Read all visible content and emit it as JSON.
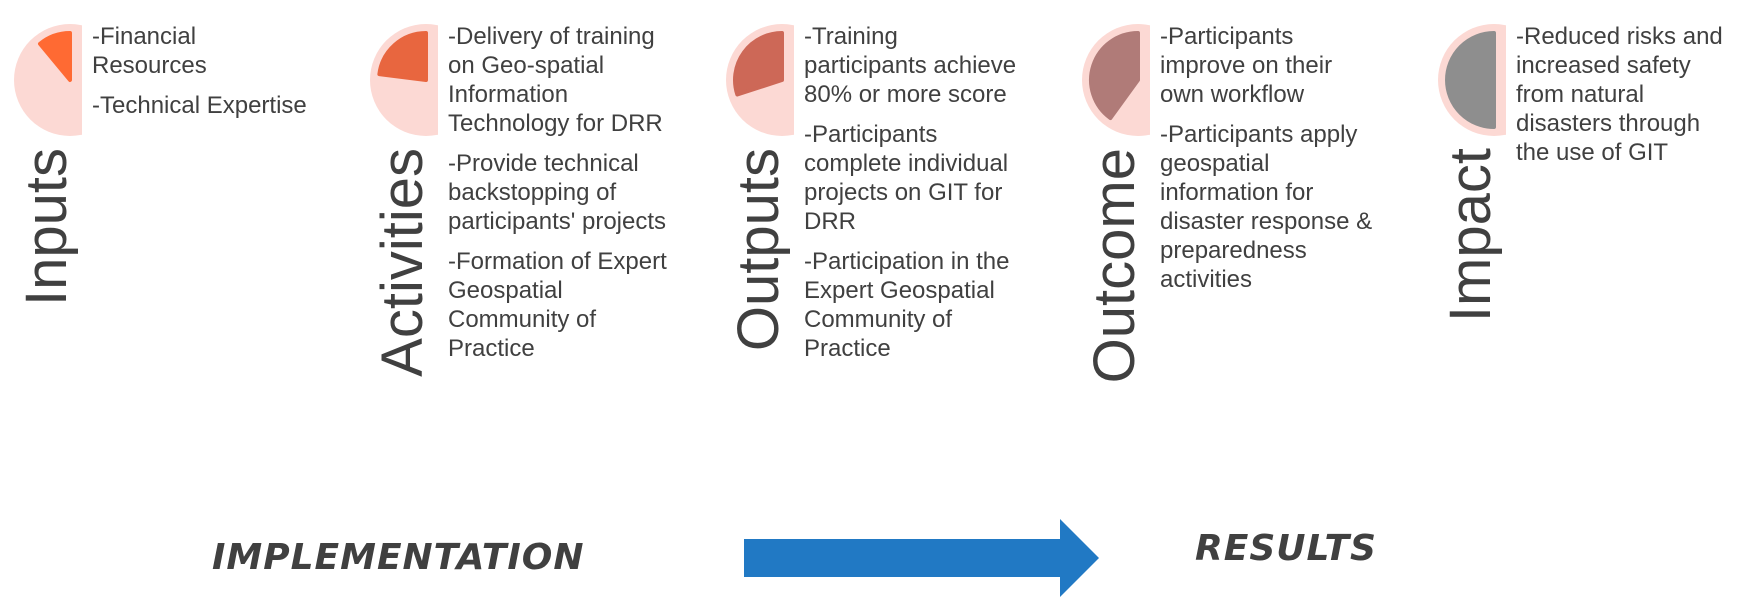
{
  "stages": [
    {
      "label": "Inputs",
      "fraction": 0.11,
      "color": "#ff6a33",
      "items": [
        "-Financial Resources",
        "-Technical Expertise"
      ]
    },
    {
      "label": "Activities",
      "fraction": 0.23,
      "color": "#e8663f",
      "items": [
        "-Delivery of training on Geo-spatial Information Technology for DRR",
        "-Provide technical backstopping of participants' projects",
        "-Formation of Expert Geospatial Community of Practice"
      ]
    },
    {
      "label": "Outputs",
      "fraction": 0.3,
      "color": "#cd6857",
      "items": [
        "-Training participants achieve 80% or more score",
        "-Participants complete individual projects on GIT for DRR",
        "-Participation in the Expert Geospatial Community of Practice"
      ]
    },
    {
      "label": "Outcome",
      "fraction": 0.4,
      "color": "#b07b78",
      "items": [
        "-Participants improve on their own workflow",
        "-Participants apply geospatial information for disaster response & preparedness activities"
      ]
    },
    {
      "label": "Impact",
      "fraction": 0.5,
      "color": "#8e8e8e",
      "items": [
        "-Reduced risks and increased safety from natural disasters through the use of GIT"
      ]
    }
  ],
  "pie_background_color": "#fcd9d4",
  "arrow_color": "#2179c4",
  "implementation_label": "IMPLEMENTATION",
  "results_label": "RESULTS"
}
